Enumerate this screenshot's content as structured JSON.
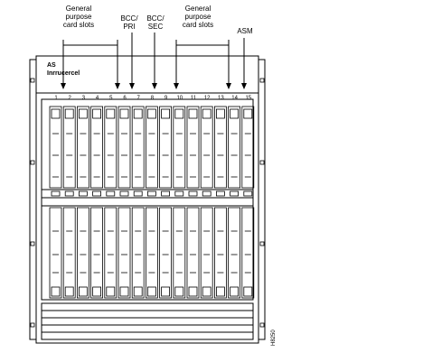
{
  "callouts": {
    "general_left": "General\npurpose\ncard slots",
    "bcc_pri": "BCC/\nPRI",
    "bcc_sec": "BCC/\nSEC",
    "general_right": "General\npurpose\ncard slots",
    "asm": "ASM"
  },
  "brand": {
    "mark": "AS",
    "name": "Inrrucercel"
  },
  "slot_numbers": [
    "1",
    "2",
    "3",
    "4",
    "5",
    "6",
    "7",
    "8",
    "9",
    "10",
    "11",
    "12",
    "13",
    "14",
    "15"
  ],
  "figure_id": "H8250"
}
